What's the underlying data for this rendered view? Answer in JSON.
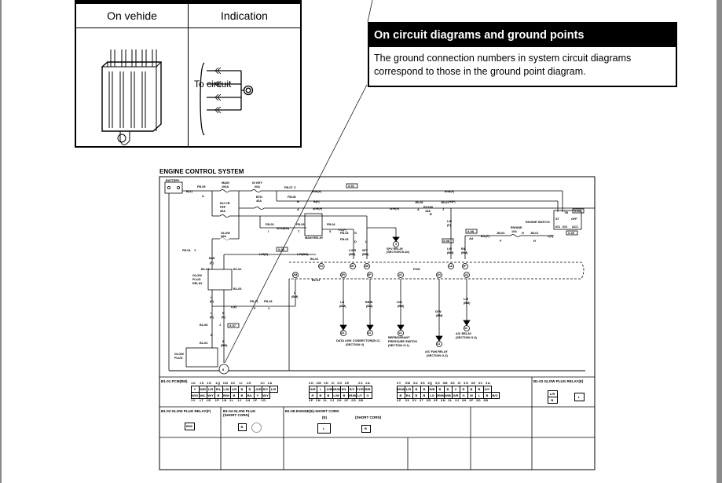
{
  "symbol_table": {
    "headers": [
      "On vehide",
      "Indication"
    ],
    "to_circuit": "To circuit"
  },
  "note": {
    "title": "On circuit diagrams and ground points",
    "body": "The ground connection numbers in system circuit diagrams correspond to those in the ground point diagram."
  },
  "diagram": {
    "title": "ENGINE CONTROL SYSTEM",
    "labels": [
      "BATTERY",
      "B(Y)",
      "FB-09",
      "A",
      "MAIN",
      "100A",
      "IG KEY",
      "60A",
      "FB-07",
      "C",
      "X-01",
      "B/W(F)",
      "B/W(F)",
      "B(F)",
      "B(F)",
      "BTN",
      "40A",
      "INJ CR",
      "FEP",
      "30A",
      "W/R(F)",
      "W/R(F)",
      "FB-08",
      "B",
      "A",
      "GLOW",
      "40A",
      "FB-03",
      "I",
      "W/G(BM)",
      "FB-03",
      "T",
      "FB-04",
      "S",
      "Y/L(F)",
      "MAIN RELAY",
      "FB-04",
      "G",
      "FB-03",
      "D",
      "U",
      "LG/R",
      "(BM)",
      "W/Y",
      "(BM)",
      "SPV RELAY",
      "(SECTION B-1b)",
      "3",
      "JB-08",
      "A",
      "ROOM",
      "15A",
      "B",
      "JB-03",
      "J",
      "L/R",
      "(F)",
      "X-08",
      "L/R",
      "(BM)",
      "B/L",
      "(BM)",
      "X-08",
      "AA",
      "B/L(F)",
      "JB-04",
      "F",
      "ENGINE",
      "10A",
      "H",
      "JB-01",
      "H",
      "L(F)",
      "ENGINE SWITCH",
      "ST",
      "OFF",
      "IG1",
      "IG2",
      "ACC",
      "TB",
      "X-03",
      "X-03",
      "FB-04",
      "Y",
      "B/W",
      "(F)",
      "X-05",
      "L/R(E)",
      "L/R(BM)",
      "B1-01",
      "PCM",
      "2O",
      "1E",
      "1B",
      "1A",
      "1F",
      "2M",
      "3R",
      "3P",
      "1S",
      "1N",
      "1Q",
      "B1-03",
      "B1-02",
      "GLOW",
      "PLUG",
      "RELAY",
      "B1-03",
      "L",
      "(E)",
      "L(E)",
      "FB-01",
      "F",
      "FB-03",
      "V",
      "L",
      "(BM)",
      "L",
      "(E)",
      "B",
      "(E)",
      "B1-08",
      "J",
      "X-07",
      "B",
      "B1-04",
      "B",
      "(BM)",
      "GLOW",
      "PLUG",
      "8",
      "LG",
      "(BM)",
      "BR/B",
      "(BM)",
      "G/B",
      "(BM)",
      "G/W",
      "(BM)",
      "L/B",
      "(BM)",
      "22",
      "22",
      "14",
      "31",
      "11",
      "DATA LINK CONNECTOR(DLC)",
      "(SECTION U)",
      "REFRIGERANT",
      "PRESSURE SWITCH",
      "(SECTION G-1)",
      "A/C FAN RELAY",
      "(SECTION G-3)",
      "A/C RELAY",
      "(SECTION G-3)",
      "B1-01"
    ]
  },
  "connectors": {
    "pcm": {
      "caption": "B1-01 PCM(BM)",
      "blocks": [
        {
          "pins_top": "1U   1S  1O   1Q  1M  1K   1I   1G       1C  1A",
          "top": [
            "Y",
            "W/R",
            "L/R",
            "R/L",
            "L/W",
            "L/R",
            "B",
            "B",
            "LG/R",
            "R/Y",
            "L/R"
          ],
          "bottom": [
            "W/G",
            "W/L",
            "W/Y",
            "B",
            "B/W",
            "B",
            "B",
            "B/L",
            "Y",
            "W/Y"
          ],
          "pins_bottom": "1V   1T  1R   1P  1N  1L   1J   1H  1F   1D"
        },
        {
          "pins_top": "2O  2M  2K  2I  2G  2E       2C  2A",
          "top": [
            "G/R",
            "L",
            "LG/B",
            "BR/W",
            "R/L",
            "R/Y",
            "GY/R",
            "R/B"
          ],
          "bottom": [
            "R",
            "B",
            "B",
            "L/W",
            "B",
            "BR/W",
            "L/Y",
            "O"
          ],
          "pins_bottom": "2P  2N  2L  2J  2H  2F  2D  2B"
        },
        {
          "pins_top": "3Y   3W  3U  3S  3Q  3O  3M  3K  3I  3G  3E  3C  3A",
          "top": [
            "BR/W",
            "L/R",
            "B",
            "B",
            "R/B",
            "B",
            "B",
            "V",
            "R",
            "B",
            "B",
            "G/Y"
          ],
          "bottom": [
            "B",
            "R/L",
            "B",
            "B",
            "LG",
            "BR/B",
            "W/B",
            "G/R",
            "G",
            "W",
            "L",
            "B",
            "B/O"
          ],
          "pins_bottom": "3Z   3X  3V  3T  3R  3P  3N  3L  3J  3H  3F  3D  3B"
        }
      ]
    },
    "glow_relay_e": {
      "caption": "B1-02 GLOW PLUG RELAY(E)",
      "cells": [
        "L/R",
        "B",
        "L"
      ]
    },
    "glow_relay_f": {
      "caption": "B1-03 GLOW PLUG RELAY(F)",
      "cells": [
        "B/W"
      ]
    },
    "glow_plug": {
      "caption": "B1-04 GLOW PLUG\n(SHORT CORD)",
      "cells": [
        "B"
      ]
    },
    "engine_short": {
      "caption": "B1-08 ENGINE(E)-SHORT CORD",
      "sub1": "(E)",
      "sub2": "(SHORT CORD)",
      "cells": [
        "L",
        "B"
      ]
    }
  }
}
